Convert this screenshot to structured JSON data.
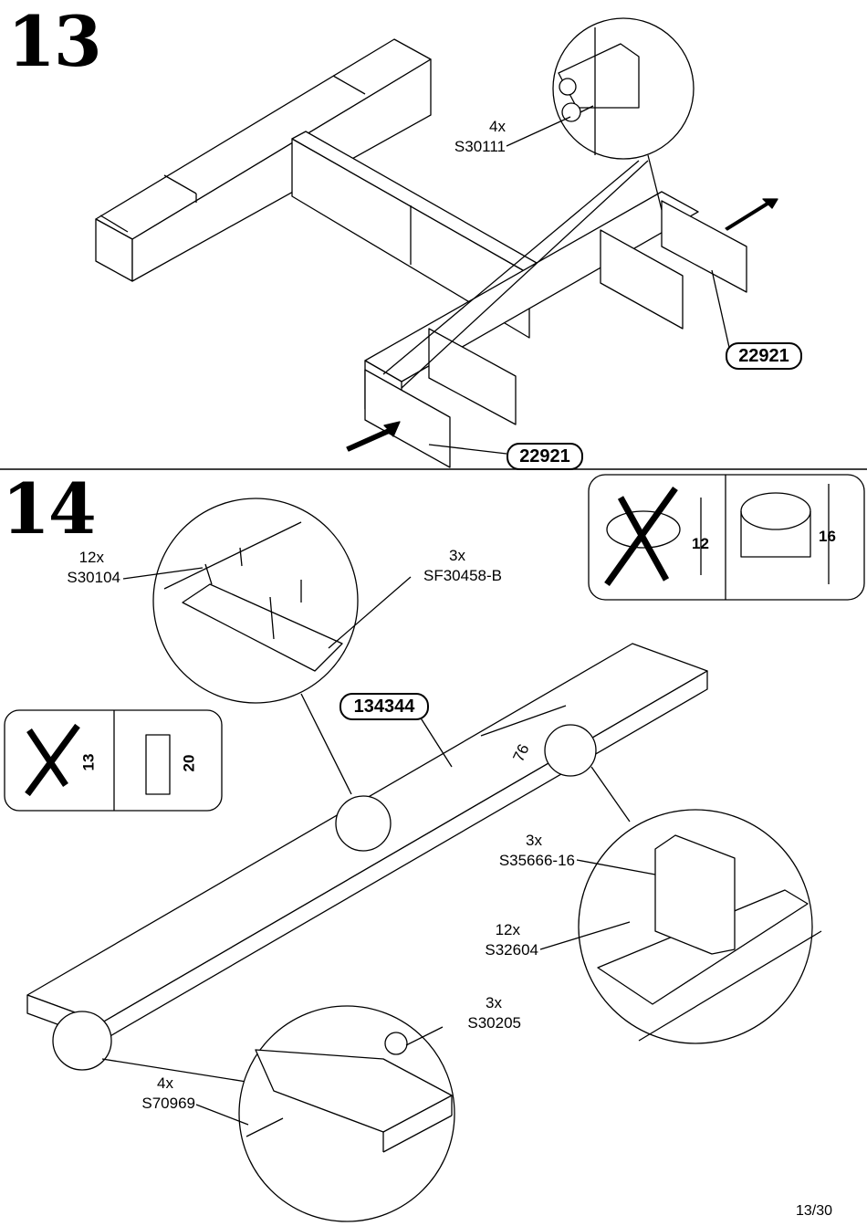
{
  "steps": {
    "step13": {
      "number": "13",
      "callout": {
        "qty": "4x",
        "code": "S30111"
      },
      "part_labels": [
        "22921",
        "22921"
      ]
    },
    "step14": {
      "number": "14",
      "callouts": [
        {
          "qty": "12x",
          "code": "S30104"
        },
        {
          "qty": "3x",
          "code": "SF30458-B"
        },
        {
          "qty": "3x",
          "code": "S35666-16"
        },
        {
          "qty": "12x",
          "code": "S32604"
        },
        {
          "qty": "3x",
          "code": "S30205"
        },
        {
          "qty": "4x",
          "code": "S70969"
        }
      ],
      "part_label": "134344",
      "distance_label": "76",
      "screw_check": {
        "wrong_length": "13",
        "right_length": "20"
      },
      "cam_check": {
        "wrong_length": "12",
        "right_length": "16"
      }
    }
  },
  "footer": {
    "page": "13/30"
  }
}
